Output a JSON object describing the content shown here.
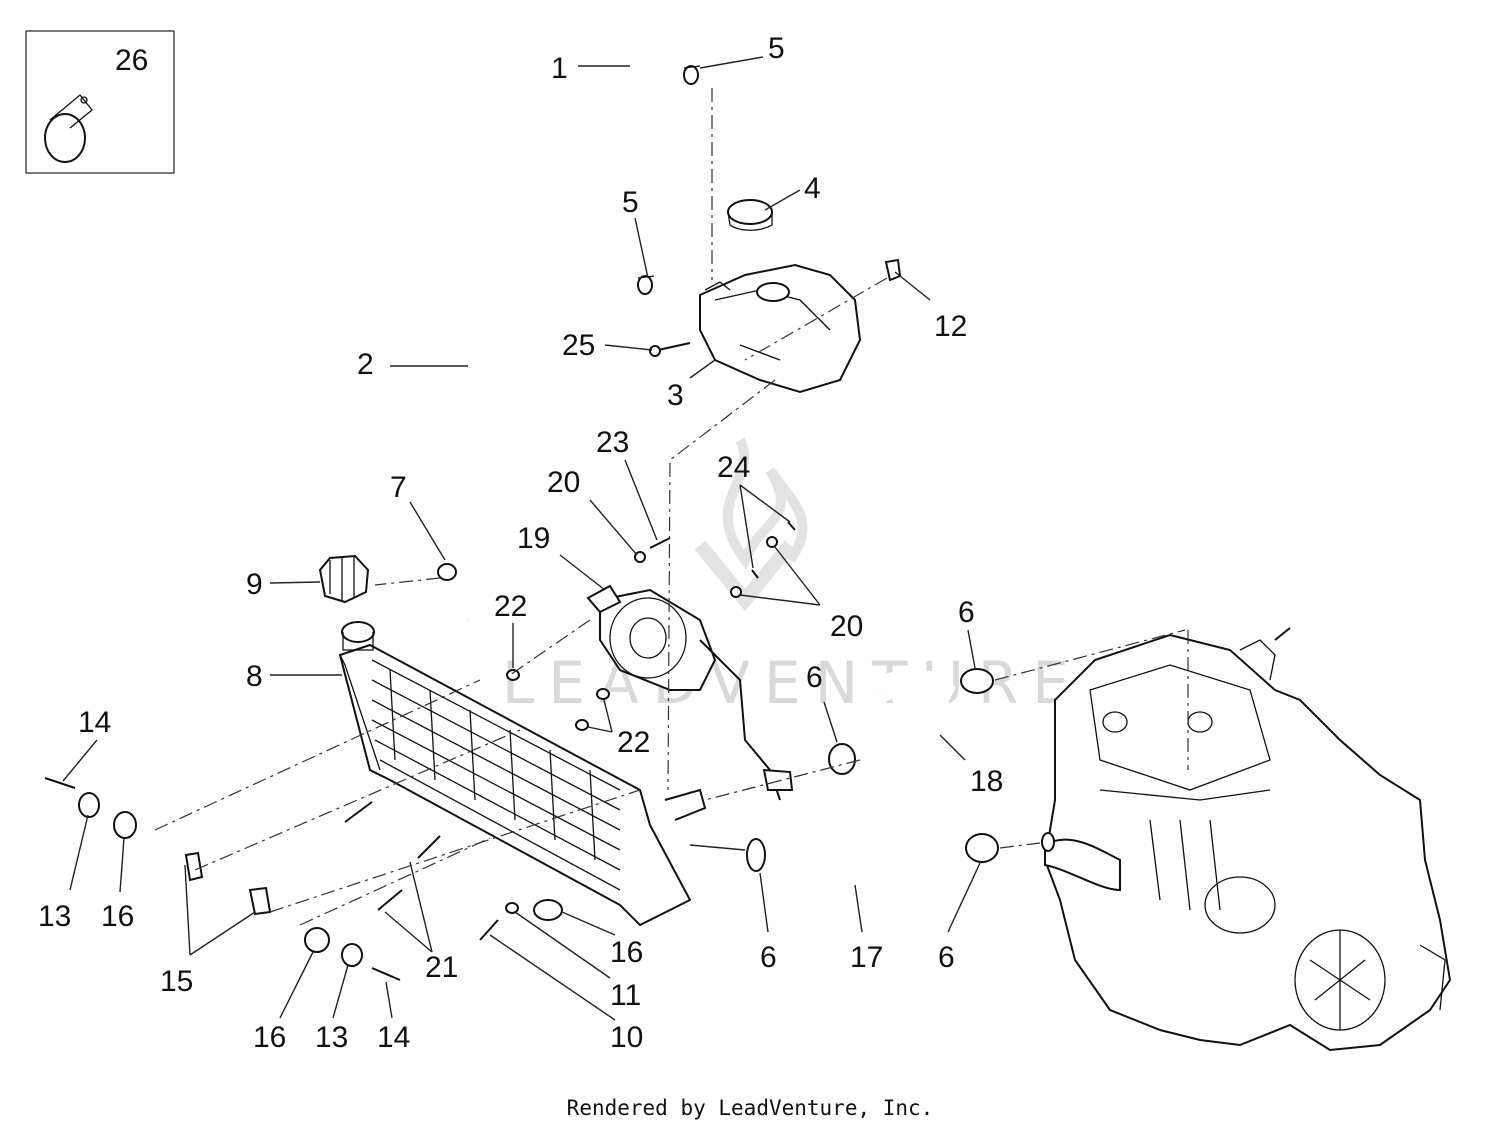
{
  "diagram": {
    "callouts": [
      {
        "id": "c1",
        "text": "1"
      },
      {
        "id": "c2",
        "text": "2"
      },
      {
        "id": "c3",
        "text": "3"
      },
      {
        "id": "c4",
        "text": "4"
      },
      {
        "id": "c5a",
        "text": "5"
      },
      {
        "id": "c5b",
        "text": "5"
      },
      {
        "id": "c6a",
        "text": "6"
      },
      {
        "id": "c6b",
        "text": "6"
      },
      {
        "id": "c6c",
        "text": "6"
      },
      {
        "id": "c6d",
        "text": "6"
      },
      {
        "id": "c7",
        "text": "7"
      },
      {
        "id": "c8",
        "text": "8"
      },
      {
        "id": "c9",
        "text": "9"
      },
      {
        "id": "c10",
        "text": "10"
      },
      {
        "id": "c11",
        "text": "11"
      },
      {
        "id": "c12",
        "text": "12"
      },
      {
        "id": "c13a",
        "text": "13"
      },
      {
        "id": "c13b",
        "text": "13"
      },
      {
        "id": "c14a",
        "text": "14"
      },
      {
        "id": "c14b",
        "text": "14"
      },
      {
        "id": "c15",
        "text": "15"
      },
      {
        "id": "c16a",
        "text": "16"
      },
      {
        "id": "c16b",
        "text": "16"
      },
      {
        "id": "c16c",
        "text": "16"
      },
      {
        "id": "c17",
        "text": "17"
      },
      {
        "id": "c18",
        "text": "18"
      },
      {
        "id": "c19",
        "text": "19"
      },
      {
        "id": "c20a",
        "text": "20"
      },
      {
        "id": "c20b",
        "text": "20"
      },
      {
        "id": "c21",
        "text": "21"
      },
      {
        "id": "c22a",
        "text": "22"
      },
      {
        "id": "c22b",
        "text": "22"
      },
      {
        "id": "c23",
        "text": "23"
      },
      {
        "id": "c24",
        "text": "24"
      },
      {
        "id": "c25",
        "text": "25"
      },
      {
        "id": "c26",
        "text": "26"
      }
    ],
    "watermark": "LEADVENTURE",
    "footer": "Rendered by LeadVenture, Inc."
  }
}
